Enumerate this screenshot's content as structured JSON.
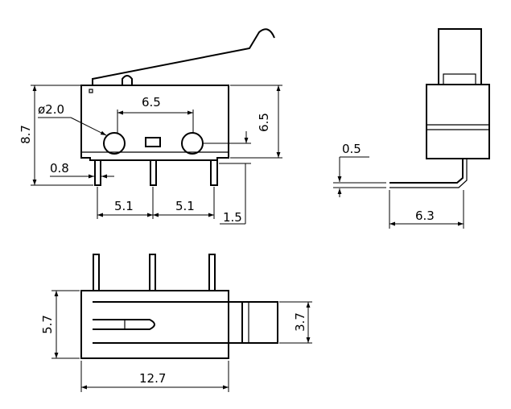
{
  "front_view": {
    "pin_diameter": "ø2.0",
    "hole_spacing": "6.5",
    "overall_height": "8.7",
    "body_height": "6.5",
    "pin_width": "0.8",
    "pin_pitch_left": "5.1",
    "pin_pitch_right": "5.1",
    "pin_offset": "1.5"
  },
  "side_view": {
    "lever_thickness": "0.5",
    "lever_length": "6.3"
  },
  "bottom_view": {
    "body_width": "5.7",
    "actuator_width": "3.7",
    "body_length": "12.7"
  }
}
